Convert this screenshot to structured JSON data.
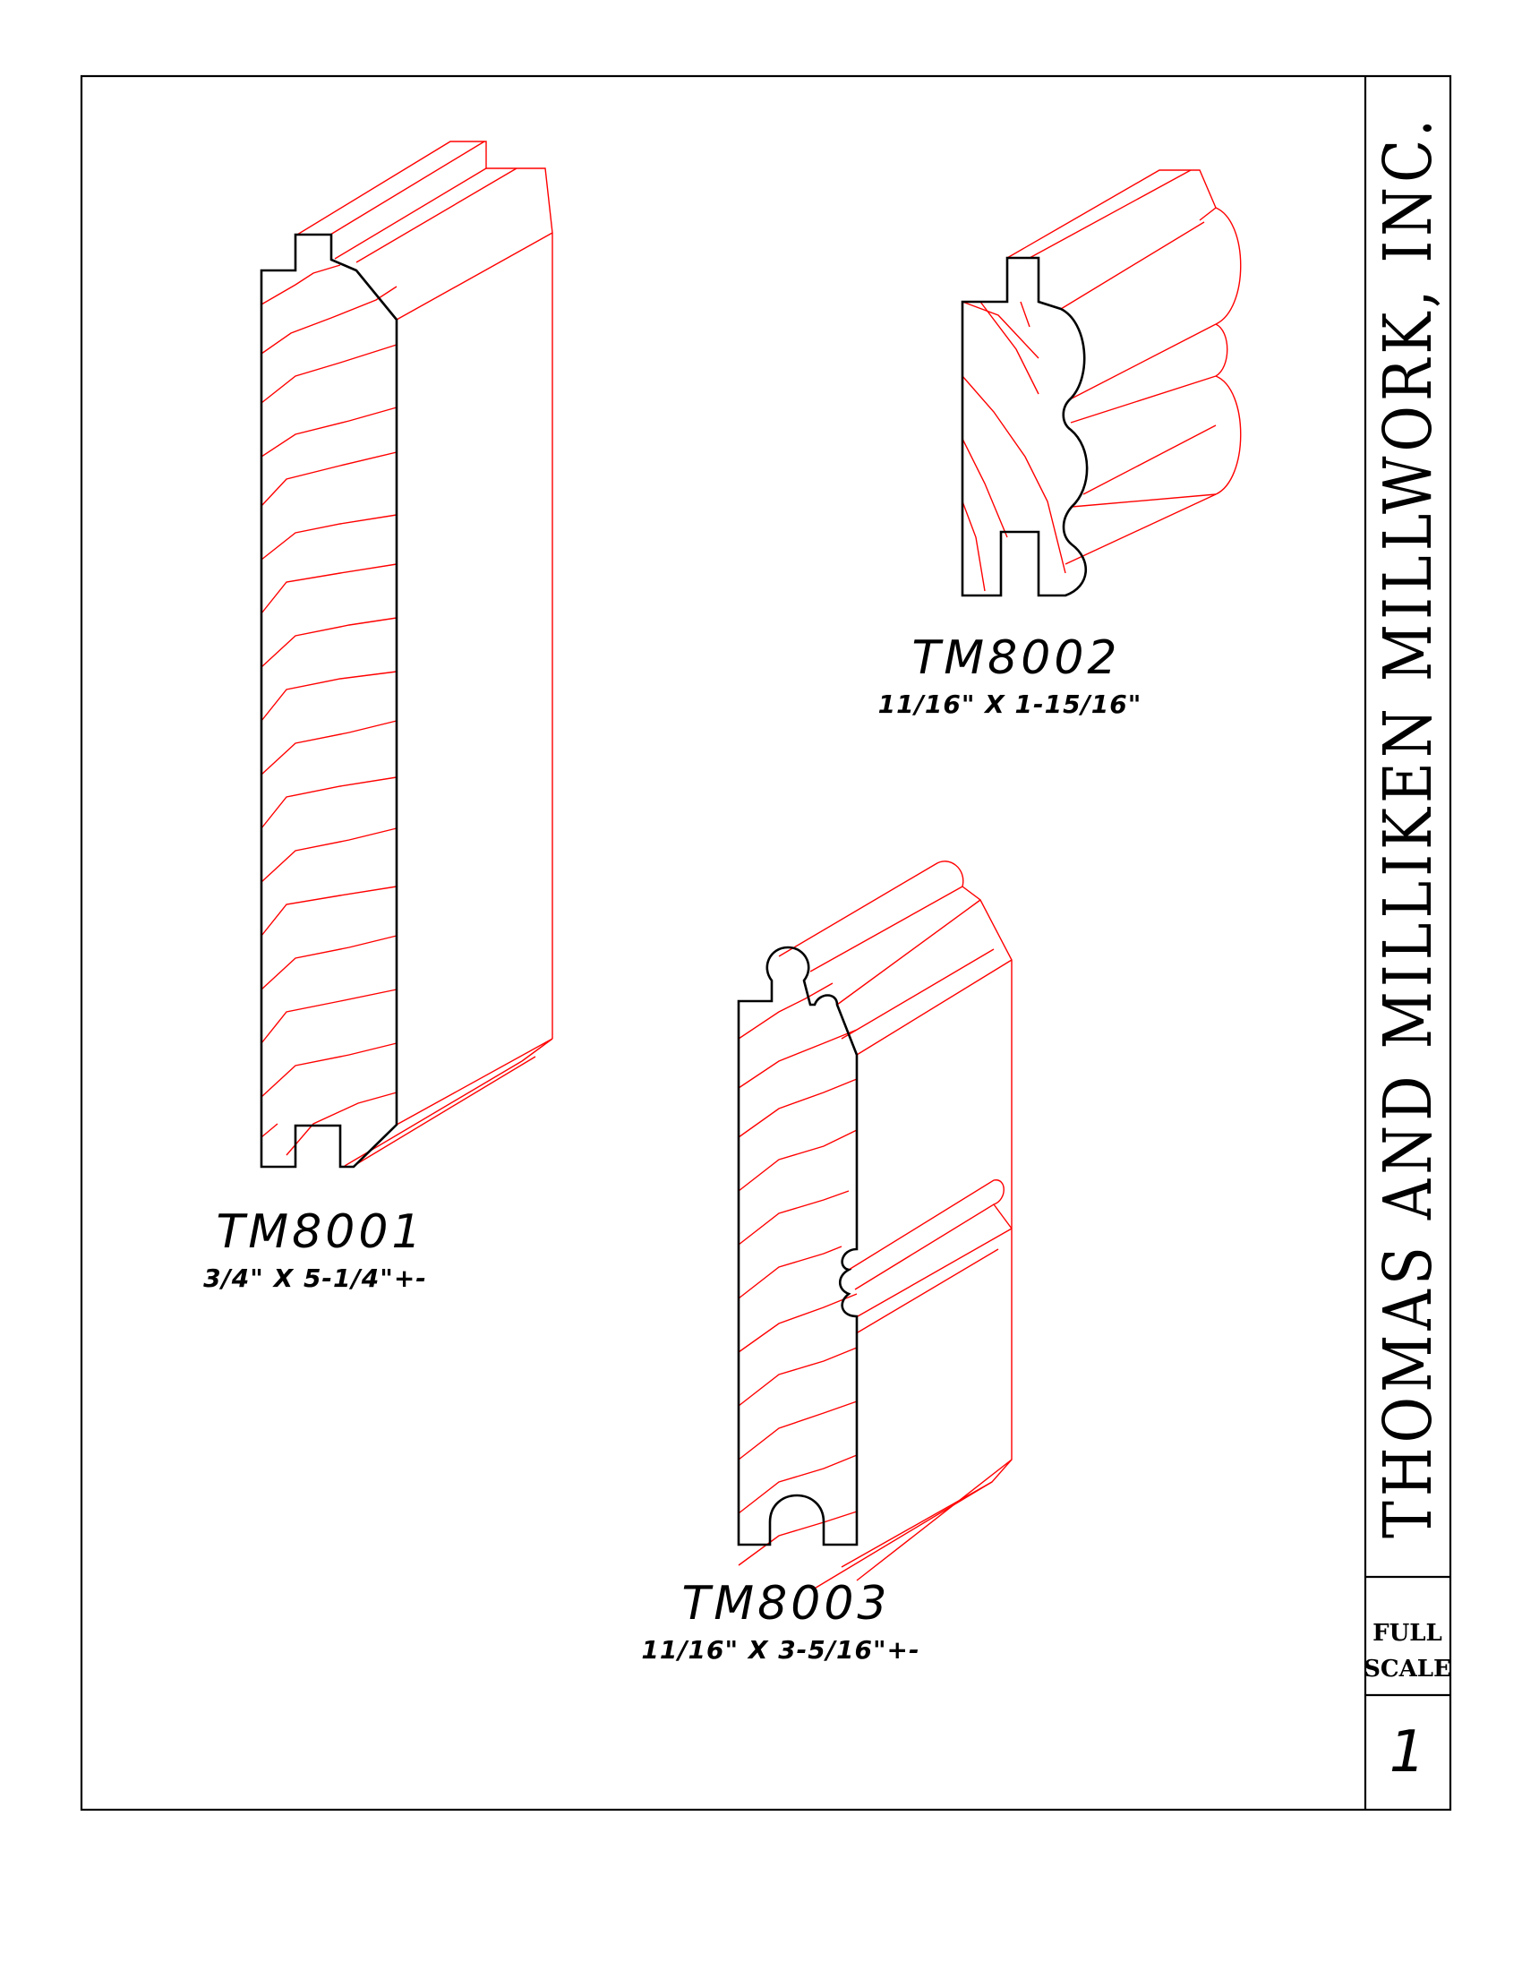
{
  "title_block": {
    "company": "THOMAS AND MILLIKEN MILLWORK, INC.",
    "scale_line1": "FULL",
    "scale_line2": "SCALE",
    "page_number": "1"
  },
  "profiles": [
    {
      "id": "TM8001",
      "name": "TM8001",
      "dimensions": "3/4\"  X 5-1/4\"+-"
    },
    {
      "id": "TM8002",
      "name": "TM8002",
      "dimensions": "11/16\"  X 1-15/16\""
    },
    {
      "id": "TM8003",
      "name": "TM8003",
      "dimensions": "11/16\"  X 3-5/16\"+-"
    }
  ],
  "colors": {
    "outline": "#000000",
    "isometric_lines": "#ff0000",
    "background": "#ffffff"
  }
}
